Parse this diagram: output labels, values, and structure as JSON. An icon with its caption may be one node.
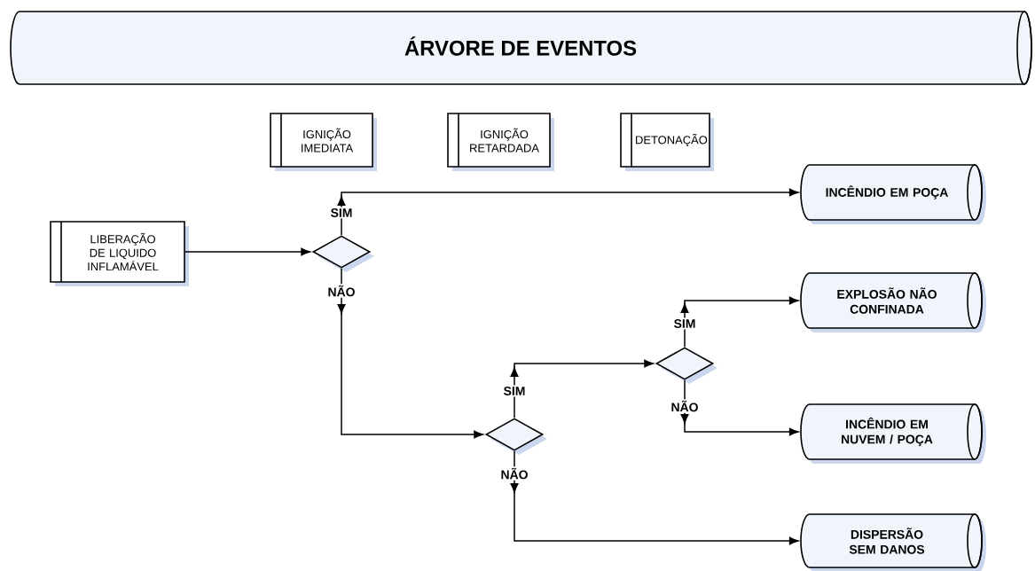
{
  "diagram": {
    "title": "ÁRVORE DE EVENTOS",
    "nodes": [
      {
        "text": [
          "IGNIÇÃO IMEDIATA"
        ]
      },
      {
        "text": [
          "IGNIÇÃO RETARDADA"
        ]
      },
      {
        "text": [
          "DETONAÇÃO"
        ]
      },
      {
        "text": [
          "LIBERAÇÃO DE LIQUIDO INFLAMÁVEL"
        ]
      },
      {
        "text": [],
        "shape": "diamond"
      },
      {
        "text": [
          "INCÊNDIO EM POÇA"
        ]
      },
      {
        "text": [],
        "shape": "diamond"
      },
      {
        "text": [
          "EXPLOSÃO NÃO CONFINADA"
        ]
      },
      {
        "text": [],
        "shape": "diamond"
      },
      {
        "text": [
          "INCÊNDIO EM NUVEM / POÇA"
        ]
      },
      {
        "text": [
          "DISPERSÃO SEM DANOS"
        ]
      }
    ],
    "edges": [
      {
        "from": 3,
        "to": 4,
        "arrow": "to"
      },
      {
        "from": 4,
        "to": 5,
        "arrow": "to",
        "label": "SIM"
      },
      {
        "from": 4,
        "to": 8,
        "arrow": "to",
        "label": "NÃO"
      },
      {
        "from": 8,
        "to": 6,
        "arrow": "to",
        "label": "SIM"
      },
      {
        "from": 8,
        "to": 10,
        "arrow": "to",
        "label": "NÃO"
      },
      {
        "from": 6,
        "to": 7,
        "arrow": "to",
        "label": "SIM"
      },
      {
        "from": 6,
        "to": 9,
        "arrow": "to",
        "label": "NÃO"
      }
    ]
  }
}
